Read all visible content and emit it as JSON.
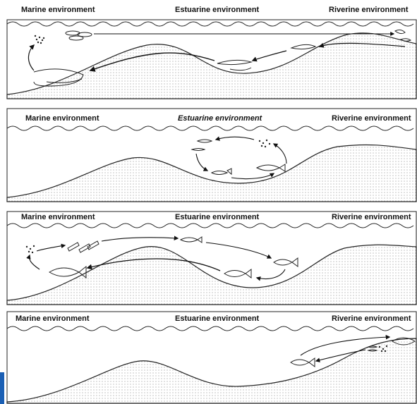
{
  "panels": [
    {
      "labels": {
        "marine": "Marine environment",
        "estuarine": "Estuarine environment",
        "riverine": "Riverine environment"
      }
    },
    {
      "labels": {
        "marine": "Marine environment",
        "estuarine": "Estuarine environment",
        "riverine": "Riverine environment"
      }
    },
    {
      "labels": {
        "marine": "Marine environment",
        "estuarine": "Estuarine environment",
        "riverine": "Riverine environment"
      }
    },
    {
      "labels": {
        "marine": "Marine environment",
        "estuarine": "Estuarine environment",
        "riverine": "Riverine environment"
      }
    }
  ],
  "colors": {
    "ink": "#111111",
    "sediment": "#9a9a9a",
    "tab": "#1a5fb4"
  }
}
